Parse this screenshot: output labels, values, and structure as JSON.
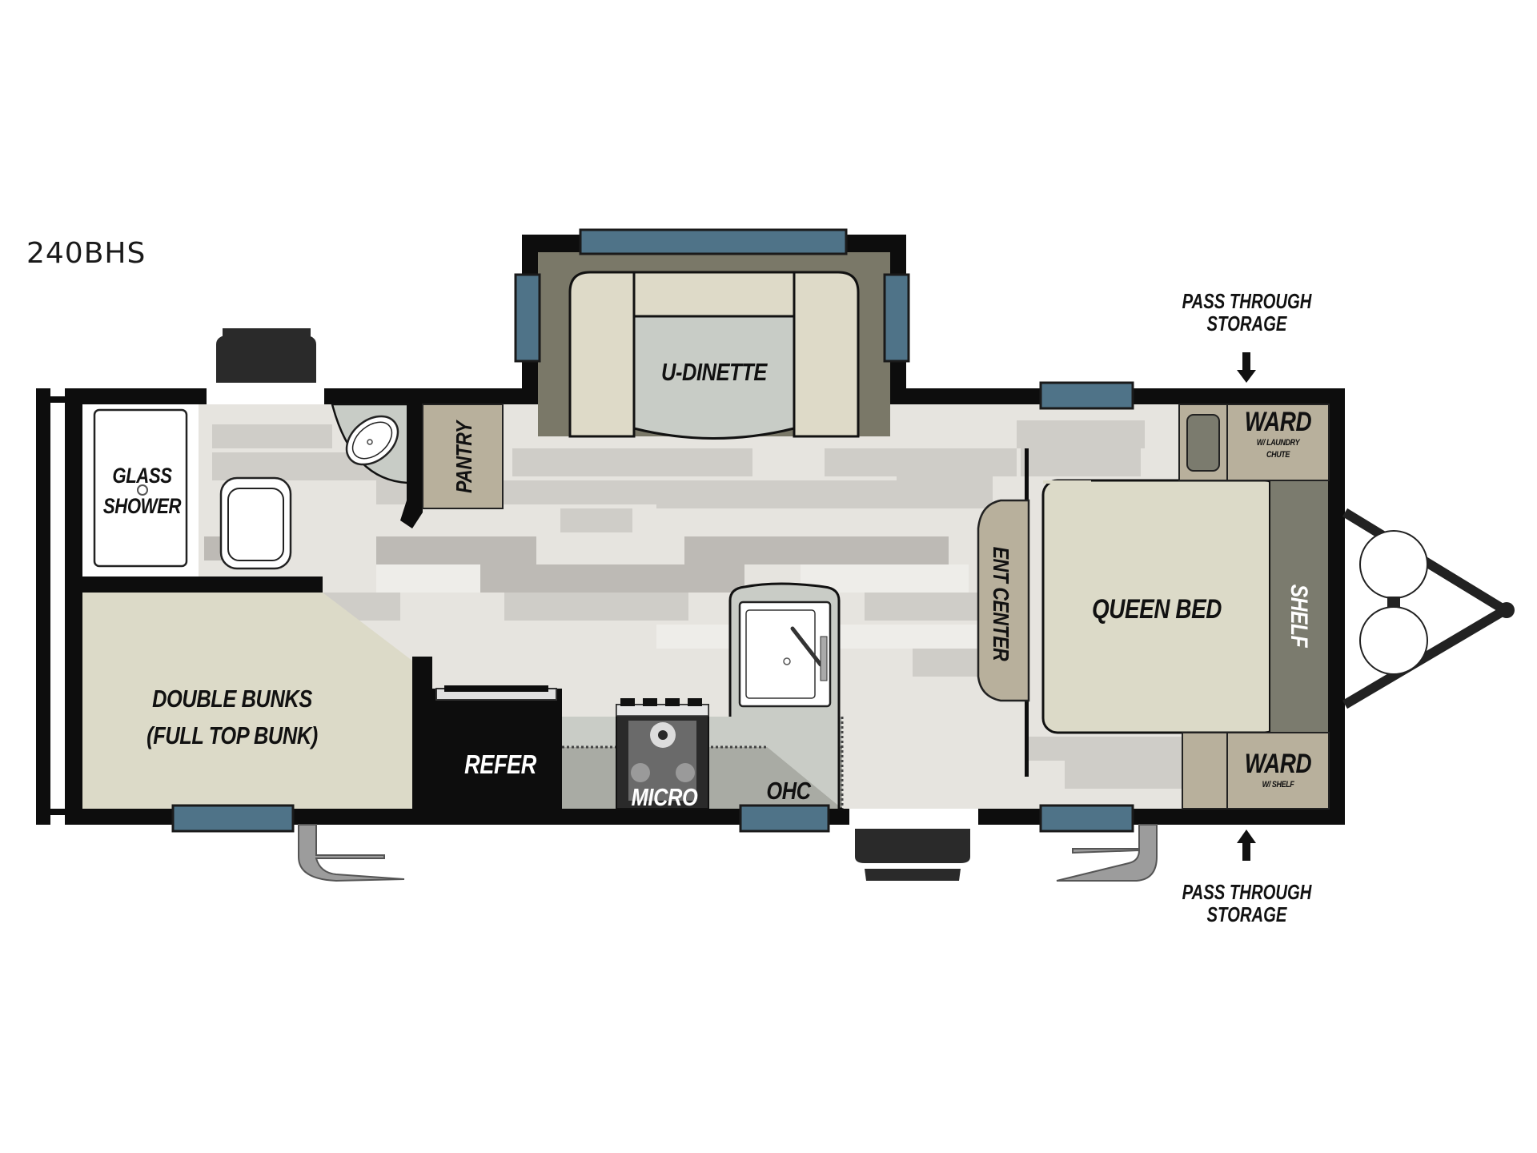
{
  "model": "240BHS",
  "colors": {
    "wall": "#0d0d0d",
    "window": "#4f7388",
    "floor_light": "#e6e4df",
    "floor_mid": "#cfcdc8",
    "floor_dark": "#bdbab5",
    "bed_fill": "#dcdac8",
    "cabinet_tan": "#b8b09c",
    "shelf_gray": "#7b7b6e",
    "slide_frame": "#7a7868",
    "dinette_table": "#c8ccc6",
    "sink_gray": "#c8ccc6"
  },
  "rooms": {
    "glass_shower": {
      "line1": "GLASS",
      "line2": "SHOWER"
    },
    "pantry": "PANTRY",
    "u_dinette": "U-DINETTE",
    "double_bunks": {
      "line1": "DOUBLE BUNKS",
      "line2": "(FULL TOP BUNK)"
    },
    "refer": "REFER",
    "micro": "MICRO",
    "ohc": "OHC",
    "ent_center": "ENT CENTER",
    "queen_bed": "QUEEN BED",
    "shelf": "SHELF",
    "ward_top": {
      "title": "WARD",
      "sub1": "W/ LAUNDRY",
      "sub2": "CHUTE"
    },
    "ward_bottom": {
      "title": "WARD",
      "sub": "W/ SHELF"
    }
  },
  "annotations": {
    "pass_through_top": {
      "line1": "PASS THROUGH",
      "line2": "STORAGE"
    },
    "pass_through_bottom": {
      "line1": "PASS THROUGH",
      "line2": "STORAGE"
    }
  }
}
